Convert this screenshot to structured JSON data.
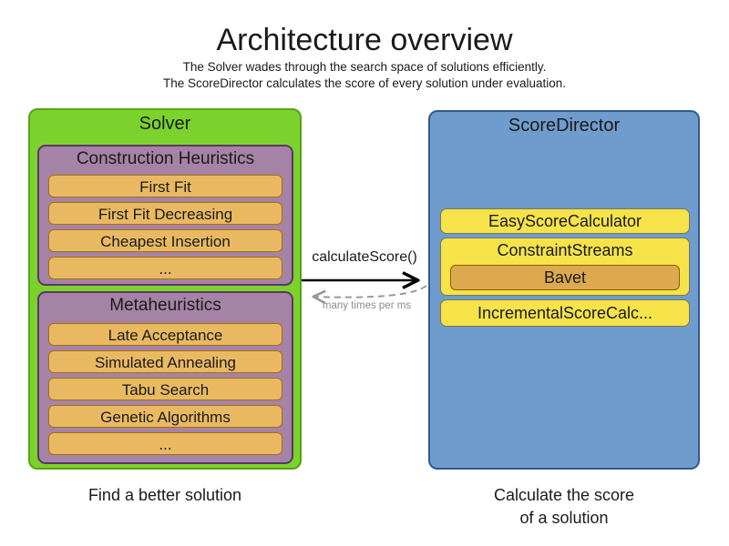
{
  "header": {
    "title": "Architecture overview",
    "subtitle_line1": "The Solver wades through the search space of solutions efficiently.",
    "subtitle_line2": "The ScoreDirector calculates the score of every solution under evaluation."
  },
  "solver": {
    "title": "Solver",
    "caption": "Find a better solution",
    "groups": [
      {
        "title": "Construction Heuristics",
        "items": [
          "First Fit",
          "First Fit Decreasing",
          "Cheapest Insertion",
          "..."
        ]
      },
      {
        "title": "Metaheuristics",
        "items": [
          "Late Acceptance",
          "Simulated Annealing",
          "Tabu Search",
          "Genetic Algorithms",
          "..."
        ]
      }
    ]
  },
  "score_director": {
    "title": "ScoreDirector",
    "caption_line1": "Calculate the score",
    "caption_line2": "of a solution",
    "calculators": [
      {
        "label": "EasyScoreCalculator"
      },
      {
        "label": "ConstraintStreams",
        "children": [
          "Bavet"
        ]
      },
      {
        "label": "IncrementalScoreCalc..."
      }
    ]
  },
  "connection": {
    "call_label": "calculateScore()",
    "frequency_label": "many times per ms"
  },
  "colors": {
    "solver_fill": "#7cd22c",
    "solver_border": "#55a315",
    "phase_fill": "#a583a6",
    "phase_border": "#5c3566",
    "algorithm_fill": "#e9b962",
    "algorithm_border": "#a76f0b",
    "director_fill": "#6f9ccd",
    "director_border": "#305a91",
    "calculator_fill": "#f6e34a",
    "calculator_border": "#77774f",
    "bavet_fill": "#dda94f",
    "bavet_border": "#8f5902",
    "arrow_solid": "#000000",
    "arrow_dashed": "#999999"
  }
}
